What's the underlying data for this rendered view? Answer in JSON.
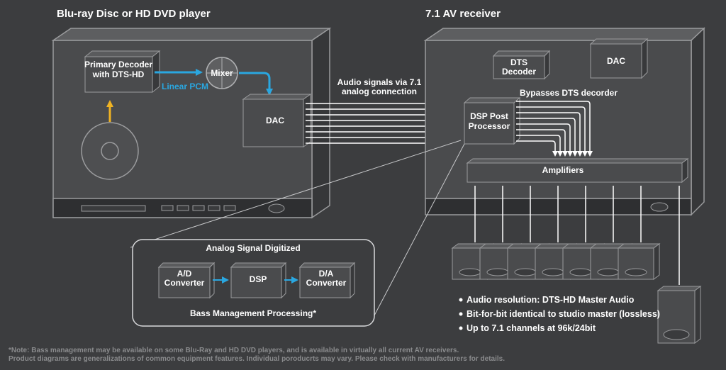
{
  "player": {
    "title": "Blu-ray Disc or HD DVD player",
    "decoder": [
      "Primary Decoder",
      "with DTS-HD"
    ],
    "mixer": "Mixer",
    "pcm_label": "Linear PCM",
    "dac": "DAC"
  },
  "connection": {
    "label": [
      "Audio signals via 7.1",
      "analog connection"
    ]
  },
  "receiver": {
    "title": "7.1 AV receiver",
    "dts_decoder": [
      "DTS",
      "Decoder"
    ],
    "dac": "DAC",
    "bypass": "Bypasses DTS decorder",
    "dsp_post": [
      "DSP Post",
      "Processor"
    ],
    "amplifiers": "Amplifiers"
  },
  "inset": {
    "title": "Analog Signal Digitized",
    "blocks": [
      [
        "A/D",
        "Converter"
      ],
      [
        "DSP"
      ],
      [
        "D/A",
        "Converter"
      ]
    ],
    "caption": "Bass Management Processing*"
  },
  "bullets": [
    "Audio resolution: DTS-HD Master Audio",
    "Bit-for-bit identical to studio master (lossless)",
    "Up to 7.1 channels at 96k/24bit"
  ],
  "footnote": [
    "*Note: Bass management may be available on some Blu-Ray and HD DVD players, and is available in virtually all current AV receivers.",
    "Product diagrams are generalizations of common equipment features. Individual poroducrts may vary. Please check with manufacturers for details."
  ],
  "colors": {
    "background": "#3c3d3f",
    "accent_blue": "#2aa7e0",
    "accent_yellow": "#f0b323"
  }
}
